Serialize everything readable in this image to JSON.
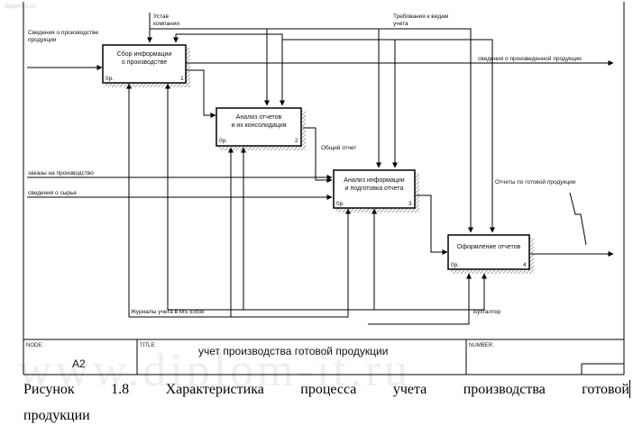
{
  "watermark": {
    "top_text": "diplom-it.ru",
    "big_text": "www.diplom-it.ru"
  },
  "boxes": [
    {
      "title_lines": [
        "Сбор информации",
        "о производстве"
      ],
      "cost": "0р.",
      "number": "1"
    },
    {
      "title_lines": [
        "Анализ отчетов",
        "и их консолидация"
      ],
      "cost": "0р.",
      "number": "2"
    },
    {
      "title_lines": [
        "Анализ информации",
        "и подготовка отчета"
      ],
      "cost": "0р.",
      "number": "3"
    },
    {
      "title_lines": [
        "Оформление отчетов"
      ],
      "cost": "0р.",
      "number": "4"
    }
  ],
  "arrows": {
    "input_production_info": [
      "Сведения о производстве",
      "продукции"
    ],
    "control_charter": [
      "Устав",
      "компании"
    ],
    "control_requirements": [
      "Требования к видам",
      "учета"
    ],
    "output_produced_info": "сведения о произведенной продукции",
    "general_report": "Общий отчет",
    "input_orders": "заказы на производство",
    "input_raw": "сведения о сырье",
    "output_reports": "Отчеты по готовой продукции",
    "mechanism_journals": "Журналы учета в MS Excel",
    "mechanism_accountant": "Бухгалтер"
  },
  "frame": {
    "node_label": "NODE:",
    "node_value": "A2",
    "title_label": "TITLE:",
    "title_value": "учет производства готовой  продукции",
    "number_label": "NUMBER:"
  },
  "caption": {
    "words": [
      "Рисунок",
      "1.8",
      "Характеристика",
      "процесса",
      "учета",
      "производства",
      "готовой"
    ],
    "line2": "продукции"
  }
}
